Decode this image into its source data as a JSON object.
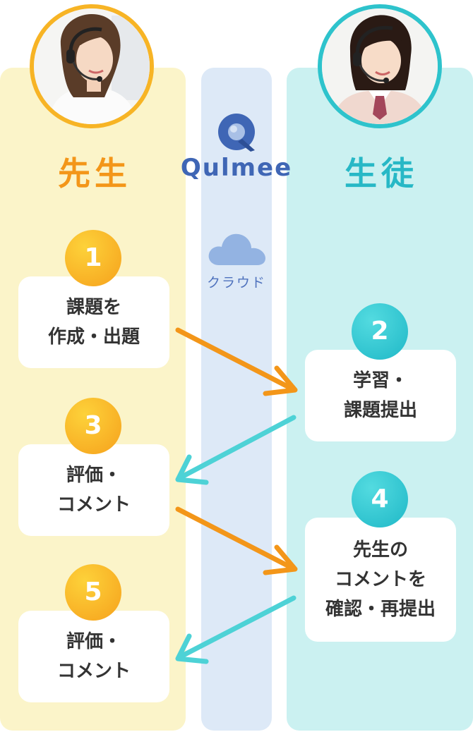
{
  "roles": {
    "teacher": "先生",
    "student": "生徒"
  },
  "brand": {
    "name": "Qulmee",
    "cloud_label": "クラウド"
  },
  "steps": [
    {
      "number": "1",
      "text": "課題を\n作成・出題"
    },
    {
      "number": "2",
      "text": "学習・\n課題提出"
    },
    {
      "number": "3",
      "text": "評価・\nコメント"
    },
    {
      "number": "4",
      "text": "先生の\nコメントを\n確認・再提出"
    },
    {
      "number": "5",
      "text": "評価・\nコメント"
    }
  ],
  "colors": {
    "teacher_accent": "#f39619",
    "student_accent": "#27b8c6",
    "brand_blue": "#3f66b5",
    "arrow_orange": "#f39619",
    "arrow_teal": "#4dd2d6"
  }
}
